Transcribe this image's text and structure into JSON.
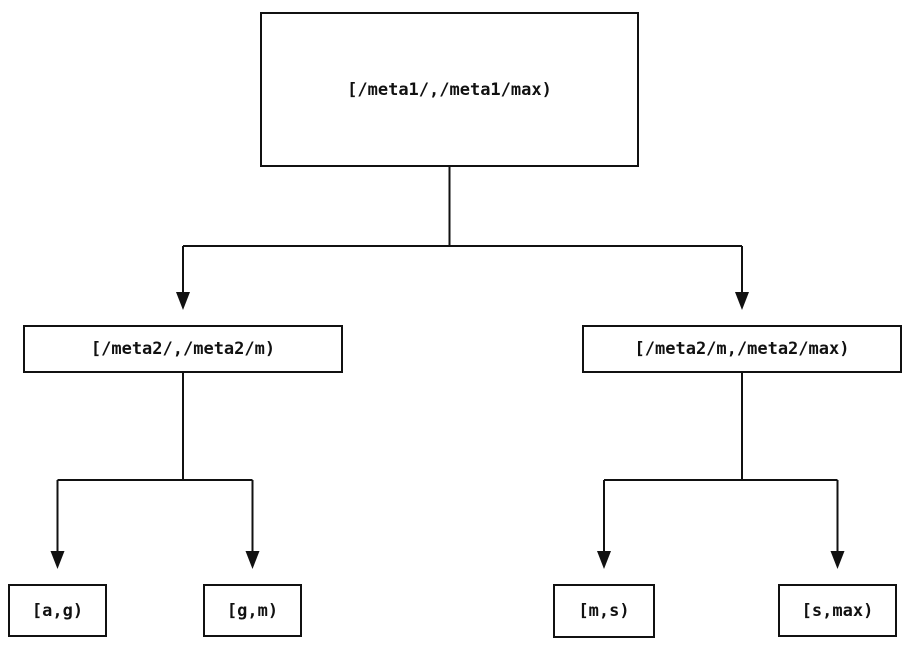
{
  "diagram": {
    "type": "tree",
    "background_color": "#ffffff",
    "line_color": "#111111",
    "text_color": "#111111",
    "nodes": {
      "root": {
        "label": "[/meta1/,/meta1/max)"
      },
      "left": {
        "label": "[/meta2/,/meta2/m)"
      },
      "right": {
        "label": "[/meta2/m,/meta2/max)"
      },
      "leaf_ag": {
        "label": "[a,g)"
      },
      "leaf_gm": {
        "label": "[g,m)"
      },
      "leaf_ms": {
        "label": "[m,s)"
      },
      "leaf_smax": {
        "label": "[s,max)"
      }
    },
    "edges": [
      {
        "from": "root",
        "to": "left"
      },
      {
        "from": "root",
        "to": "right"
      },
      {
        "from": "left",
        "to": "leaf_ag"
      },
      {
        "from": "left",
        "to": "leaf_gm"
      },
      {
        "from": "right",
        "to": "leaf_ms"
      },
      {
        "from": "right",
        "to": "leaf_smax"
      }
    ]
  }
}
